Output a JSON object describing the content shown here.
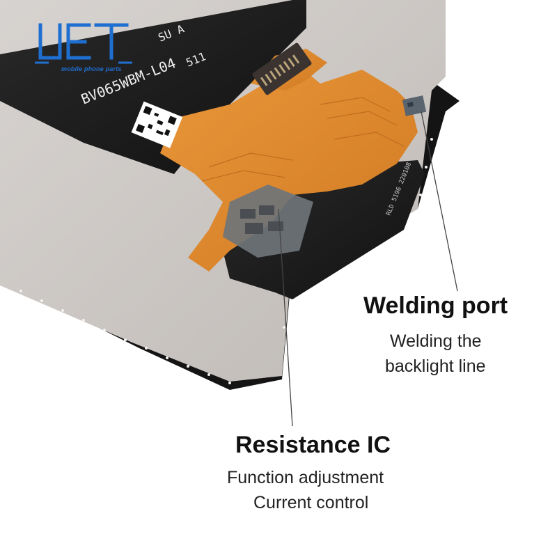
{
  "logo": {
    "mark": "UET",
    "tagline": "mobile phone parts",
    "color": "#1f6fd1"
  },
  "cable_label": "BV065WBM-L04",
  "cable_label_fragments": [
    "SU A",
    "511"
  ],
  "panel_code": "RLD 5196 220108",
  "callouts": {
    "welding": {
      "title": "Welding port",
      "lines": [
        "Welding the",
        "backlight line"
      ]
    },
    "resistance": {
      "title": "Resistance IC",
      "lines": [
        "Function adjustment",
        "Current control"
      ]
    }
  },
  "colors": {
    "background": "#ffffff",
    "flex_cable": "#e2892d",
    "black_tape": "#1a1a1a",
    "frame": "#cfcbc8",
    "ic_chip": "#6f7478",
    "leader_line": "#444444"
  }
}
